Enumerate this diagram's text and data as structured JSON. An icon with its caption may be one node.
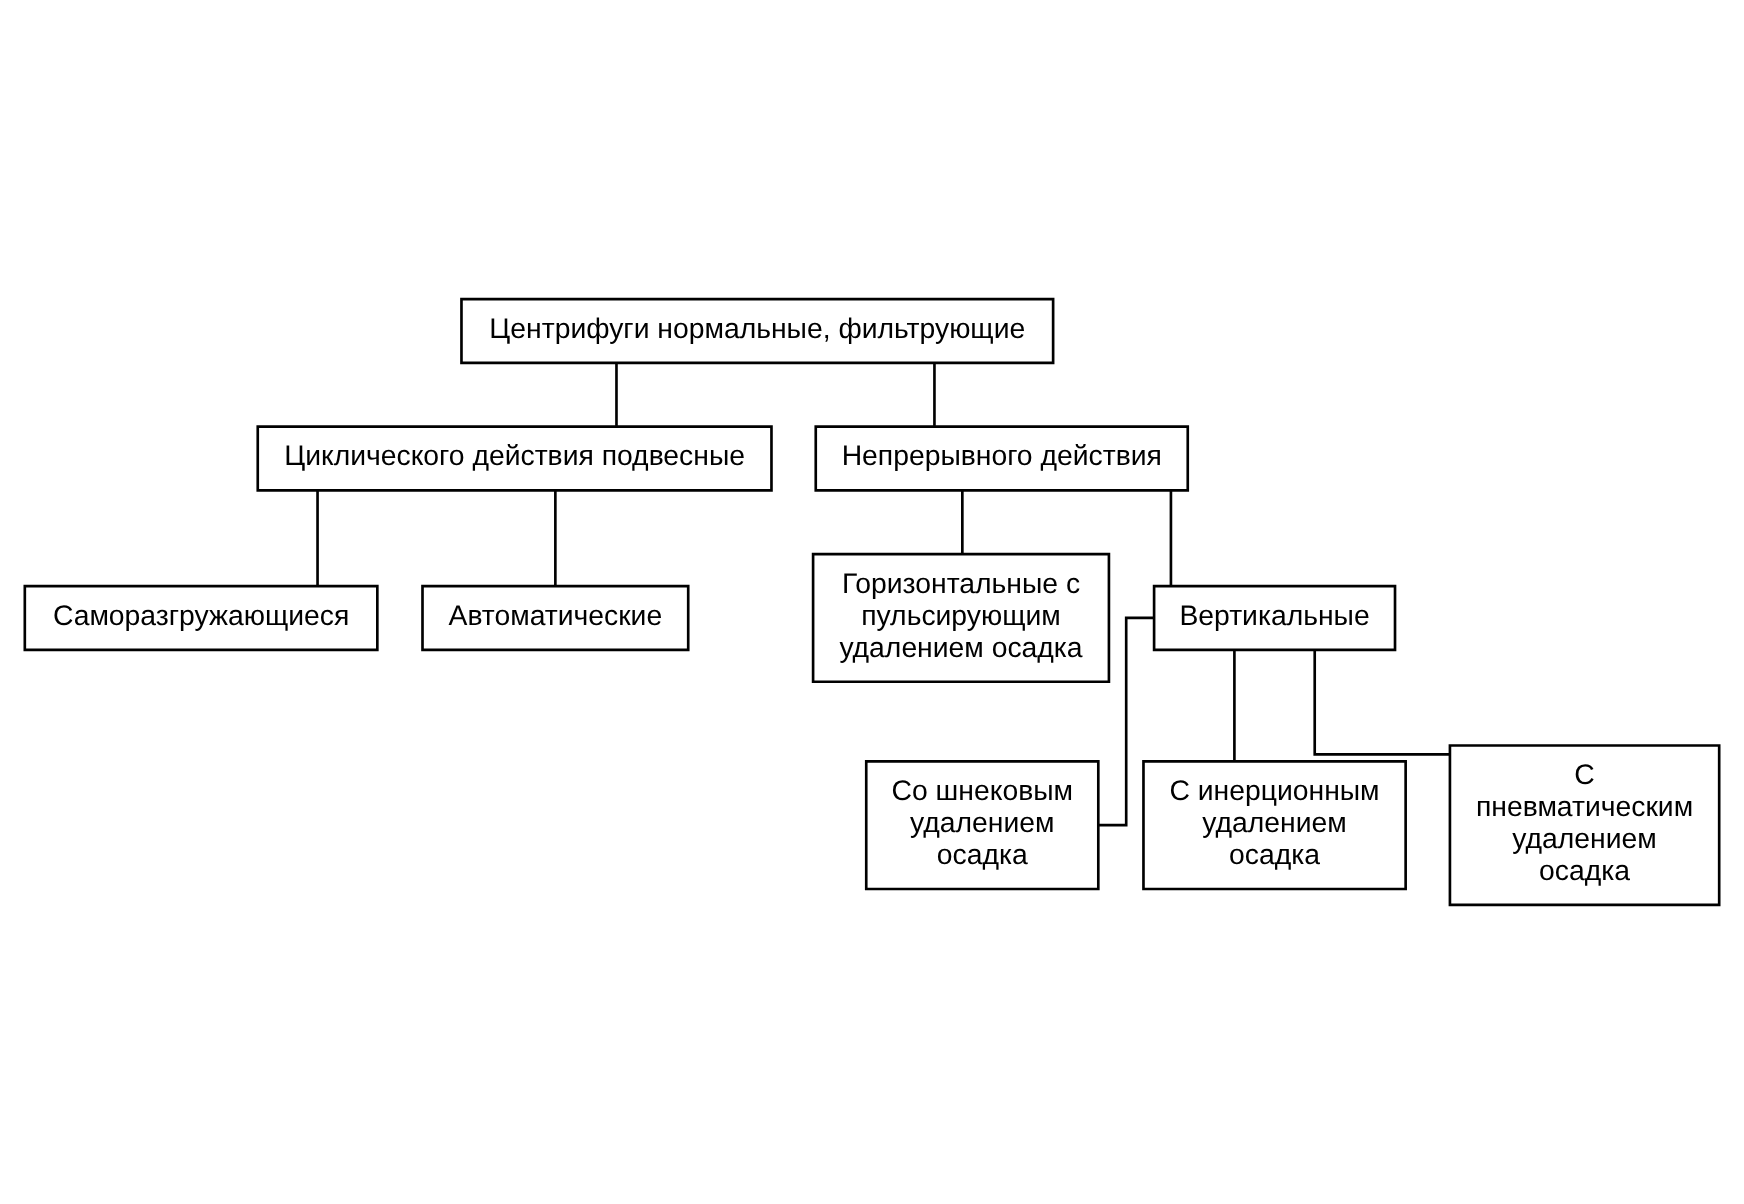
{
  "diagram": {
    "nodes": [
      {
        "text": [
          "Центрифуги нормальные, фильтрующие"
        ]
      },
      {
        "text": [
          "Циклического действия подвесные"
        ]
      },
      {
        "text": [
          "Непрерывного действия"
        ]
      },
      {
        "text": [
          "Саморазгружающиеся"
        ]
      },
      {
        "text": [
          "Автоматические"
        ]
      },
      {
        "text": [
          "Горизонтальные с пульсирующим удалением осадка"
        ]
      },
      {
        "text": [
          "Вертикальные"
        ]
      },
      {
        "text": [
          "Со шнековым удалением осадка"
        ]
      },
      {
        "text": [
          "С инерционным удалением осадка"
        ]
      },
      {
        "text": [
          "С пневматическим удалением осадка"
        ]
      }
    ],
    "edges": [
      {
        "from": 0,
        "to": 1,
        "arrow": "none"
      },
      {
        "from": 0,
        "to": 2,
        "arrow": "none"
      },
      {
        "from": 1,
        "to": 3,
        "arrow": "none"
      },
      {
        "from": 1,
        "to": 4,
        "arrow": "none"
      },
      {
        "from": 2,
        "to": 5,
        "arrow": "none"
      },
      {
        "from": 2,
        "to": 6,
        "arrow": "none"
      },
      {
        "from": 6,
        "to": 7,
        "arrow": "none"
      },
      {
        "from": 6,
        "to": 8,
        "arrow": "none"
      },
      {
        "from": 6,
        "to": 9,
        "arrow": "none"
      }
    ]
  }
}
